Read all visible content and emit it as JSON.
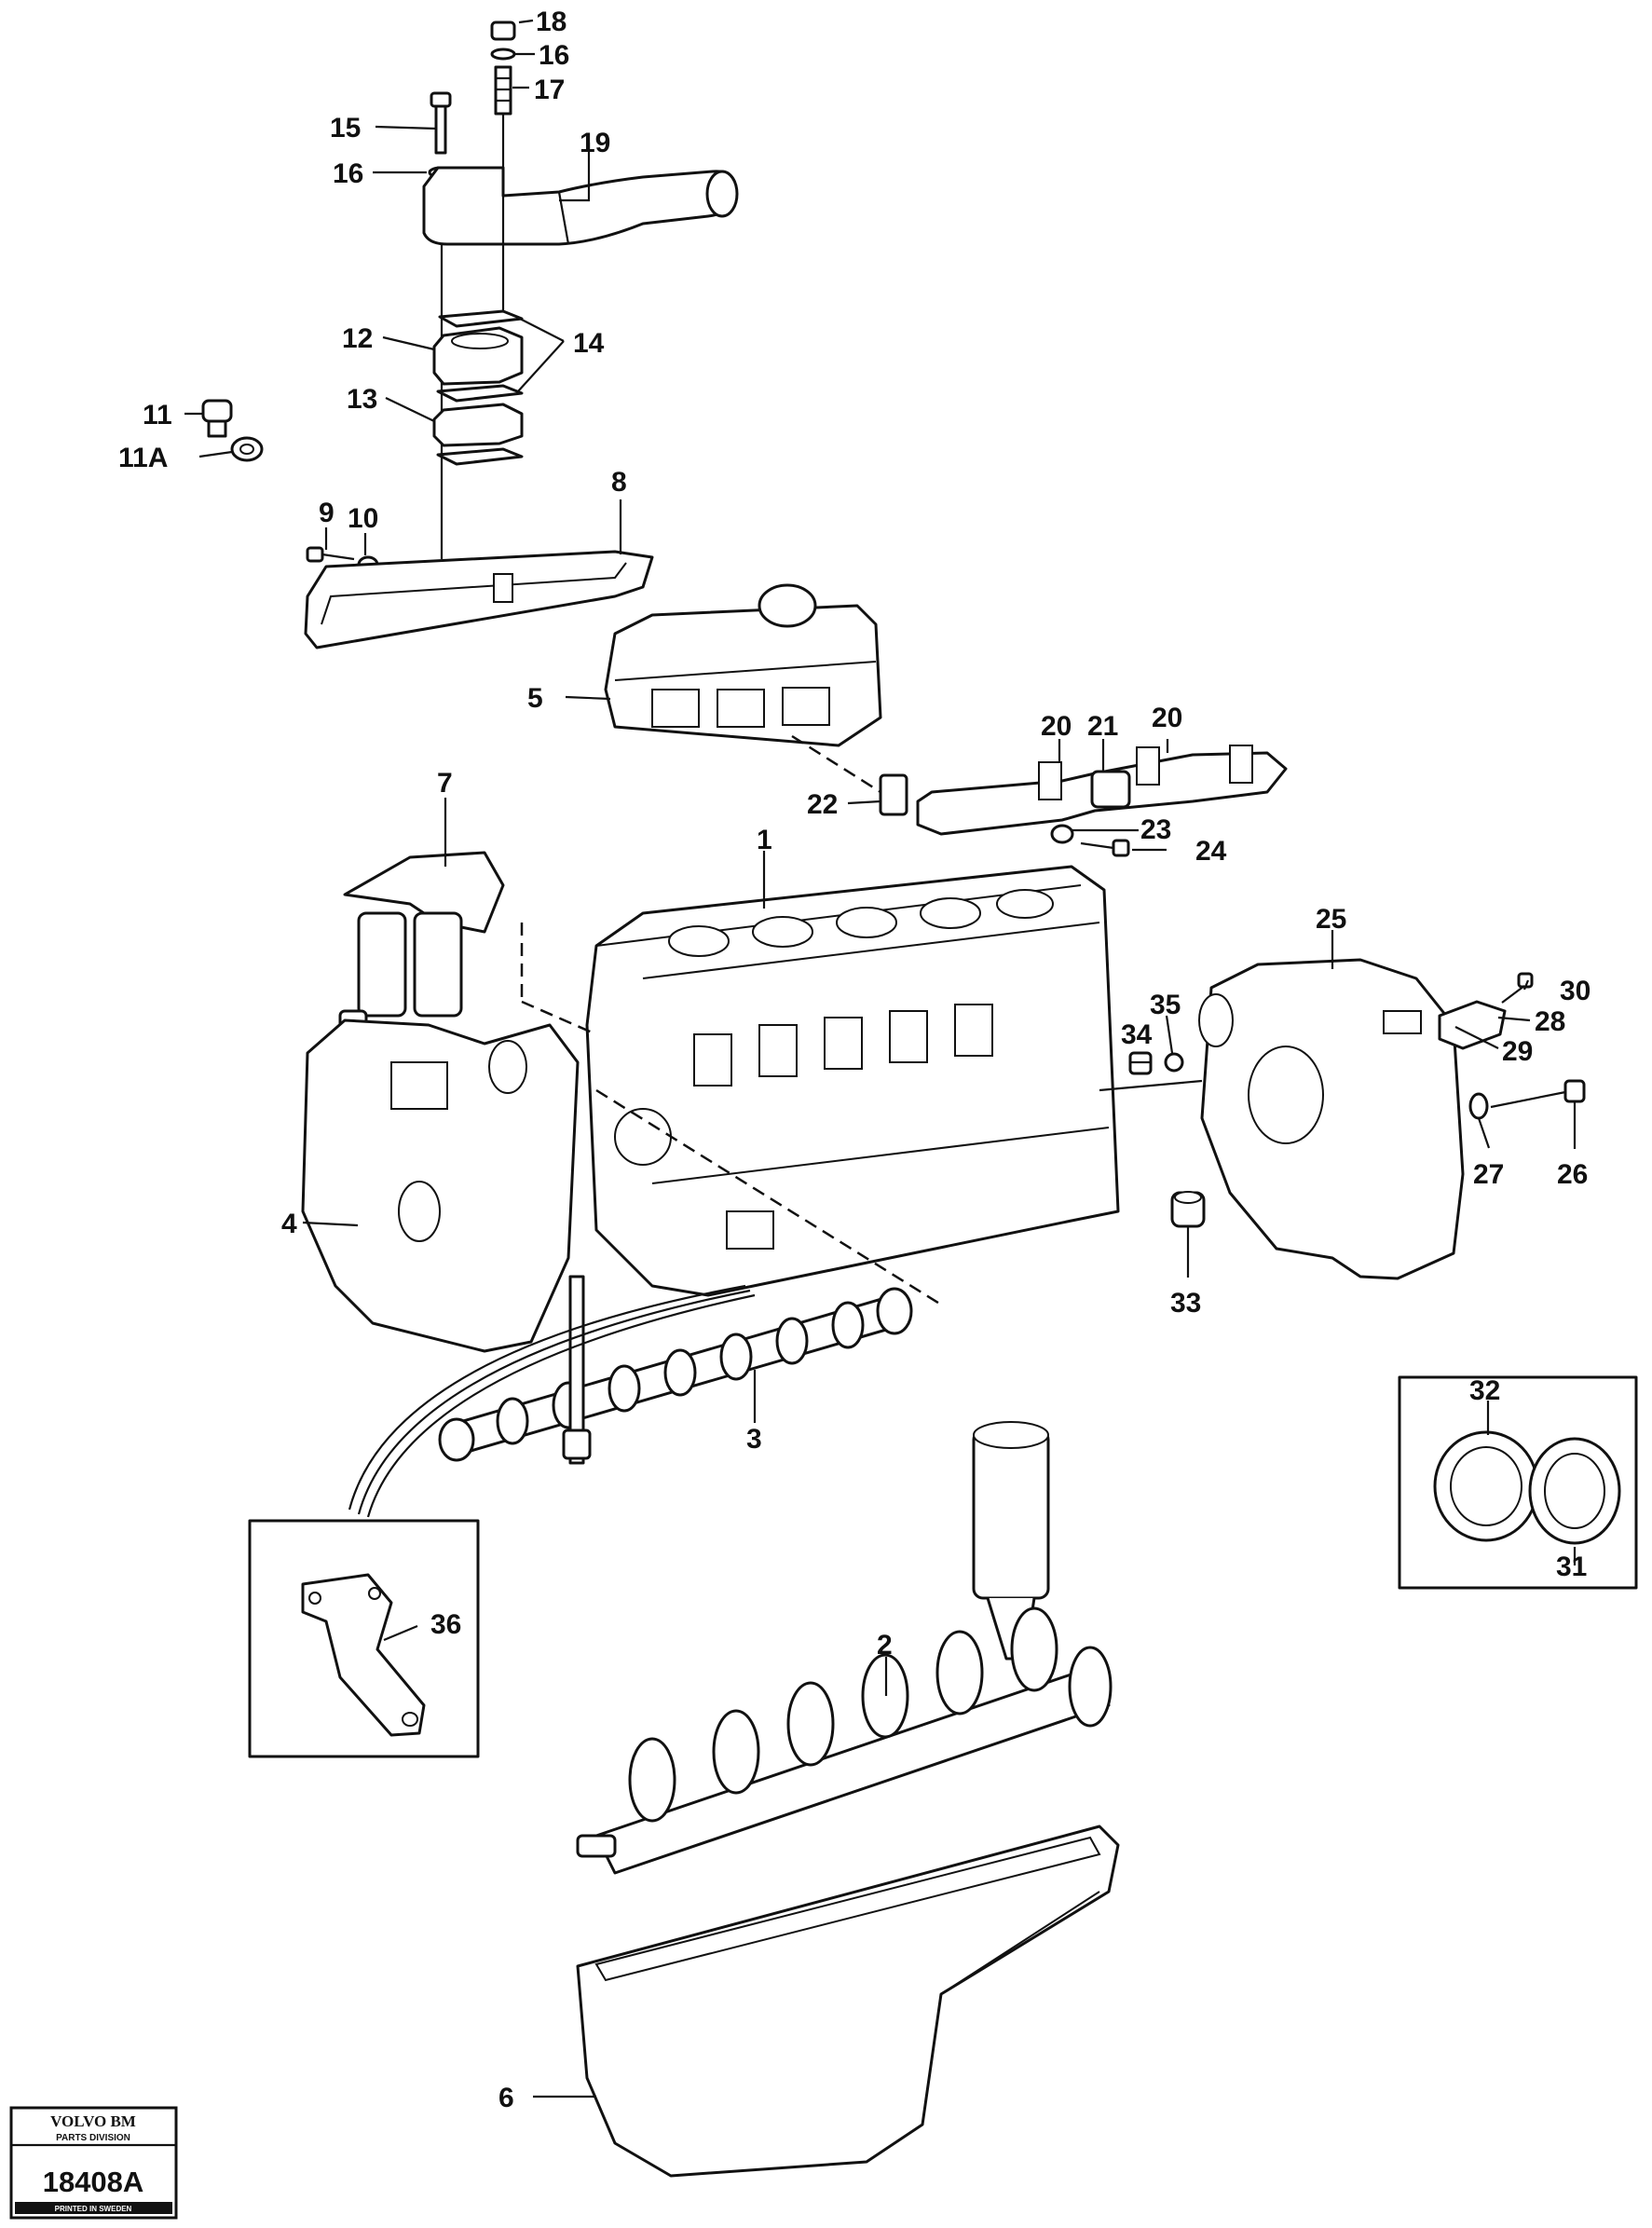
{
  "callouts": {
    "c1": "1",
    "c2": "2",
    "c3": "3",
    "c4": "4",
    "c5": "5",
    "c6": "6",
    "c7": "7",
    "c8": "8",
    "c9": "9",
    "c10": "10",
    "c11": "11",
    "c11a": "11A",
    "c12": "12",
    "c13": "13",
    "c14": "14",
    "c15": "15",
    "c16a": "16",
    "c16b": "16",
    "c17": "17",
    "c18": "18",
    "c19": "19",
    "c20a": "20",
    "c20b": "20",
    "c21": "21",
    "c22": "22",
    "c23": "23",
    "c24": "24",
    "c25": "25",
    "c26": "26",
    "c27": "27",
    "c28": "28",
    "c29": "29",
    "c30": "30",
    "c31": "31",
    "c32": "32",
    "c33": "33",
    "c34": "34",
    "c35": "35",
    "c36": "36"
  },
  "stamp": {
    "brand": "VOLVO BM",
    "division": "PARTS DIVISION",
    "code": "18408A",
    "footer": "PRINTED IN SWEDEN"
  }
}
